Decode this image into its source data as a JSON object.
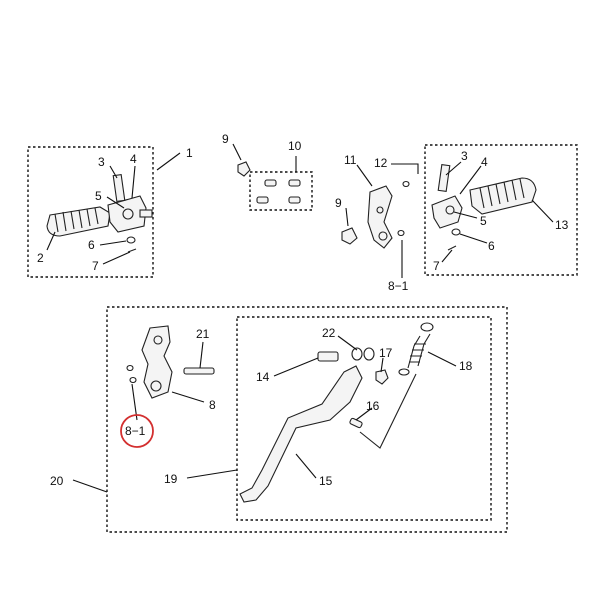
{
  "diagram": {
    "highlight_color": "#d32f2f",
    "line_color": "#111111",
    "callouts": [
      {
        "id": "c1",
        "text": "1"
      },
      {
        "id": "c2",
        "text": "2"
      },
      {
        "id": "c3a",
        "text": "3"
      },
      {
        "id": "c4a",
        "text": "4"
      },
      {
        "id": "c5a",
        "text": "5"
      },
      {
        "id": "c6a",
        "text": "6"
      },
      {
        "id": "c7a",
        "text": "7"
      },
      {
        "id": "c9a",
        "text": "9"
      },
      {
        "id": "c10",
        "text": "10"
      },
      {
        "id": "c9b",
        "text": "9"
      },
      {
        "id": "c11",
        "text": "11"
      },
      {
        "id": "c12",
        "text": "12"
      },
      {
        "id": "c81a",
        "text": "8−1"
      },
      {
        "id": "c3b",
        "text": "3"
      },
      {
        "id": "c4b",
        "text": "4"
      },
      {
        "id": "c5b",
        "text": "5"
      },
      {
        "id": "c6b",
        "text": "6"
      },
      {
        "id": "c7b",
        "text": "7"
      },
      {
        "id": "c13",
        "text": "13"
      },
      {
        "id": "c21",
        "text": "21"
      },
      {
        "id": "c8",
        "text": "8"
      },
      {
        "id": "c81b",
        "text": "8−1"
      },
      {
        "id": "c22",
        "text": "22"
      },
      {
        "id": "c14",
        "text": "14"
      },
      {
        "id": "c17",
        "text": "17"
      },
      {
        "id": "c18",
        "text": "18"
      },
      {
        "id": "c16",
        "text": "16"
      },
      {
        "id": "c20",
        "text": "20"
      },
      {
        "id": "c19",
        "text": "19"
      },
      {
        "id": "c15",
        "text": "15"
      }
    ]
  }
}
